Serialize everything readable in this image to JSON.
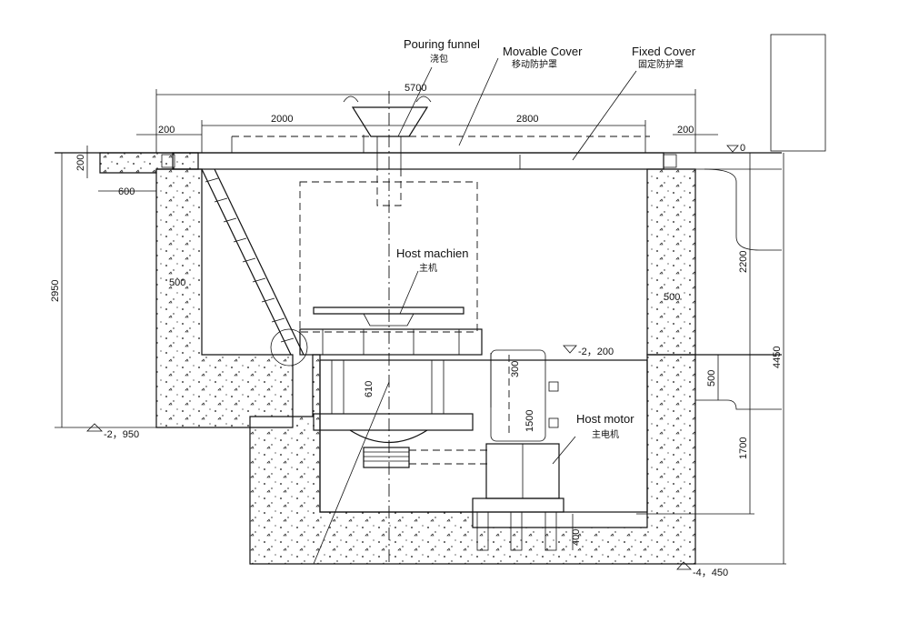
{
  "labels": {
    "pouring_funnel": "Pouring funnel",
    "pouring_funnel_cn": "浇包",
    "movable_cover": "Movable Cover",
    "movable_cover_cn": "移动防护罩",
    "fixed_cover": "Fixed Cover",
    "fixed_cover_cn": "固定防护罩",
    "host_machine": "Host machien",
    "host_machine_cn": "主机",
    "host_motor": "Host motor",
    "host_motor_cn": "主电机"
  },
  "dimensions": {
    "total_width": "5700",
    "movable_span": "2000",
    "fixed_span": "2800",
    "left_edge": "200",
    "right_edge": "200",
    "left_height": "200",
    "left_offset": "600",
    "pit_depth_left": "2950",
    "wall_left": "500",
    "wall_right": "500",
    "upper_height_right": "2200",
    "step_right": "500",
    "lower_height_right": "1700",
    "total_depth_right": "4450",
    "shaft_length": "610",
    "motor_height": "1500",
    "motor_top": "300",
    "base_height": "400"
  },
  "levels": {
    "ground": "0",
    "floor_mid": "-2，200",
    "floor_left": "-2，950",
    "floor_bottom": "-4，450"
  }
}
